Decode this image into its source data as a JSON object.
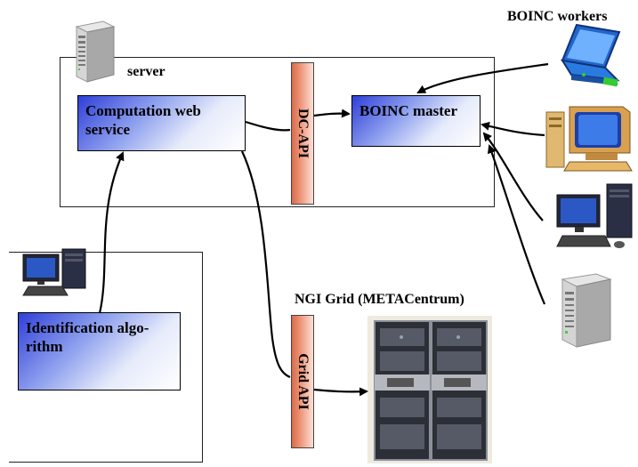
{
  "labels": {
    "boinc_workers": "BOINC workers",
    "server": "server",
    "computation_web_service": "Computation web service",
    "dc_api": "DC-API",
    "boinc_master": "BOINC master",
    "ngi_grid": "NGI Grid (METACentrum)",
    "grid_api": "Grid API",
    "identification_algorithm": "Identification algo-rithm"
  },
  "icons": {
    "server": "server-tower-icon",
    "client_computer": "desktop-computer-icon",
    "laptop": "laptop-icon",
    "crt": "crt-computer-icon",
    "desktop": "desktop-computer-icon",
    "worker_server": "server-tower-icon",
    "grid_rack": "server-rack-icon"
  },
  "colors": {
    "box_gradient_dark": "#2f3fd8",
    "api_bar": "#e0785a"
  }
}
